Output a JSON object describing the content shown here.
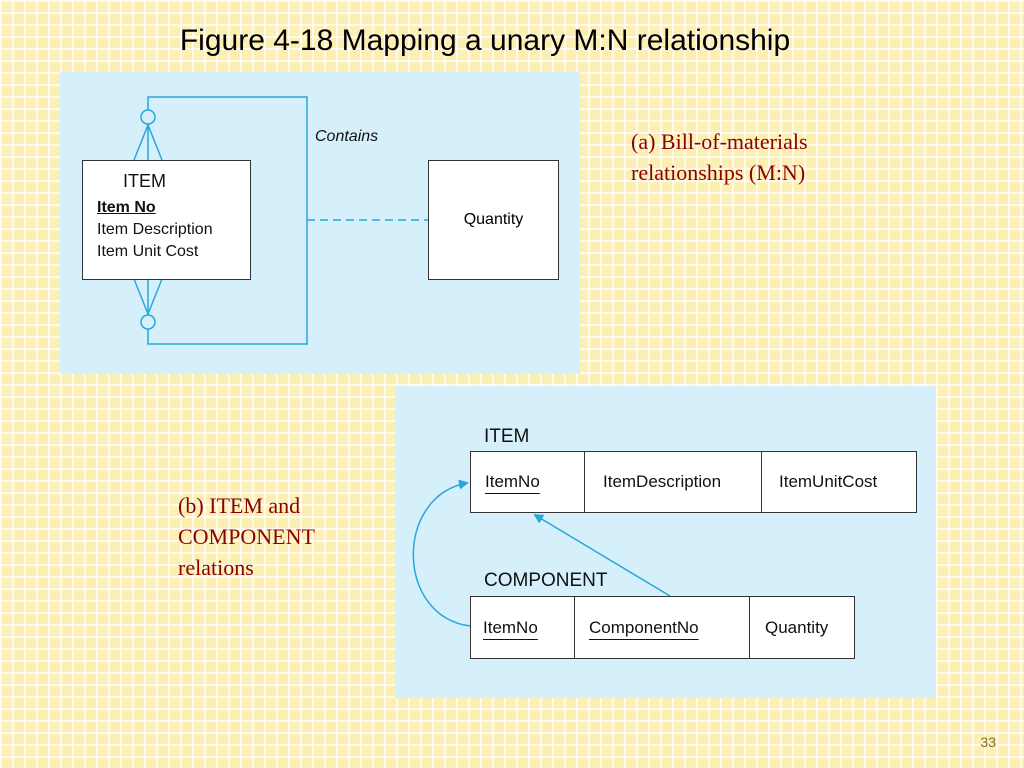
{
  "title": "Figure 4-18 Mapping a unary M:N relationship",
  "diagram_a": {
    "entity_name": "ITEM",
    "attributes": {
      "key": "Item No",
      "description": "Item Description",
      "unit_cost": "Item Unit Cost"
    },
    "relationship_label": "Contains",
    "associative_attribute": "Quantity"
  },
  "caption_a": {
    "line1": "(a) Bill-of-materials",
    "line2": "relationships (M:N)"
  },
  "diagram_b": {
    "item_relation": {
      "name": "ITEM",
      "columns": [
        "ItemNo",
        "ItemDescription",
        "ItemUnitCost"
      ]
    },
    "component_relation": {
      "name": "COMPONENT",
      "columns": [
        "ItemNo",
        "ComponentNo",
        "Quantity"
      ]
    }
  },
  "caption_b": {
    "line1": "(b) ITEM and",
    "line2": "COMPONENT",
    "line3": "relations"
  },
  "page_number": "33",
  "colors": {
    "background": "#fcefb4",
    "panel": "#d5f0fb",
    "connector": "#2aa6d9",
    "caption": "#8b0000"
  }
}
